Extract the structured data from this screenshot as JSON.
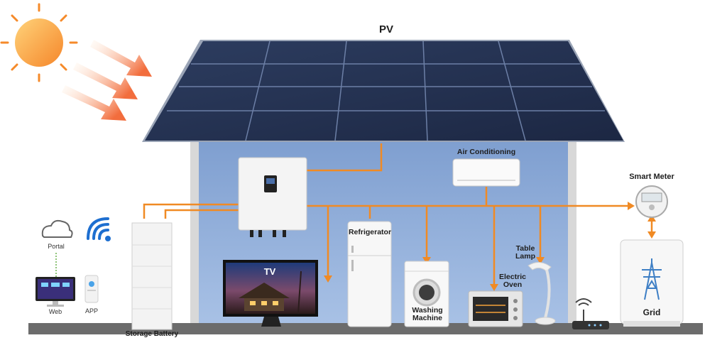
{
  "labels": {
    "pv": "PV",
    "air_conditioning": "Air Conditioning",
    "smart_meter": "Smart Meter",
    "refrigerator": "Refrigerator",
    "tv": "TV",
    "washing_machine": "Washing\nMachine",
    "table_lamp": "Table\nLamp",
    "electric_oven": "Electric\nOven",
    "grid": "Grid",
    "storage_battery": "Storage Battery",
    "portal": "Portal",
    "web": "Web",
    "app": "APP"
  },
  "colors": {
    "wire": "#f08a24",
    "wall": "#8fb0de",
    "roof": "#243352",
    "sun": "#f7a545"
  },
  "icons": [
    "sun-icon",
    "cloud-icon",
    "wifi-icon",
    "monitor-icon",
    "phone-icon",
    "router-icon",
    "transmission-tower-icon"
  ]
}
